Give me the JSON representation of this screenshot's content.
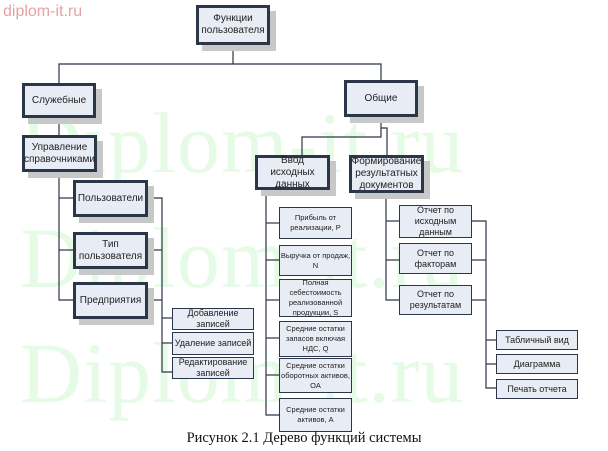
{
  "site_label": "diplom-it.ru",
  "watermark": "Diplom-it.ru",
  "caption": "Рисунок 2.1  Дерево функций системы",
  "tree": {
    "root": "Функции пользователя",
    "service": {
      "label": "Служебные",
      "reference": {
        "label": "Управление справочниками",
        "items": [
          "Пользователи",
          "Тип пользователя",
          "Предприятия"
        ],
        "actions": [
          "Добавление записей",
          "Удаление записей",
          "Редактирование записей"
        ]
      }
    },
    "general": {
      "label": "Общие",
      "input": {
        "label": "Ввод исходных данных",
        "items": [
          "Прибыль от реализации, P",
          "Выручка от продаж, N",
          "Полная себестоимость реализованной продукции, S",
          "Средние остатки запасов включая НДС, Q",
          "Средние остатки оборотных активов, OA",
          "Средние остатки активов, A"
        ]
      },
      "reports": {
        "label": "Формирование результатных документов",
        "items": [
          "Отчет по исходным данным",
          "Отчет по факторам",
          "Отчет по результатам"
        ],
        "views": [
          "Табличный вид",
          "Диаграмма",
          "Печать отчета"
        ]
      }
    }
  }
}
